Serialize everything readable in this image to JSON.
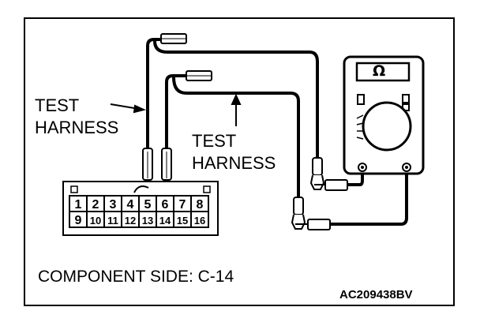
{
  "labels": {
    "test_harness_1": [
      "TEST",
      "HARNESS"
    ],
    "test_harness_2": [
      "TEST",
      "HARNESS"
    ],
    "component_side": "COMPONENT SIDE: C-14",
    "figure_code": "AC209438BV"
  },
  "meter": {
    "symbol": "Ω"
  },
  "connector": {
    "row1": [
      "1",
      "2",
      "3",
      "4",
      "5",
      "6",
      "7",
      "8"
    ],
    "row2": [
      "9",
      "10",
      "11",
      "12",
      "13",
      "14",
      "15",
      "16"
    ]
  }
}
